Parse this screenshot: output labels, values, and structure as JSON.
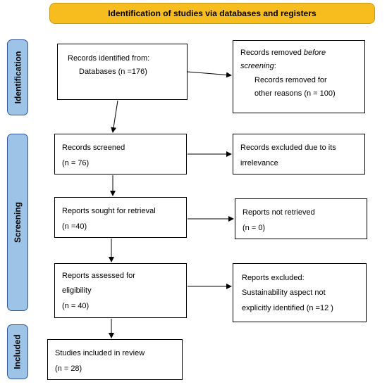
{
  "header": {
    "title": "Identification of studies via databases and registers"
  },
  "phases": {
    "identification": "Identification",
    "screening": "Screening",
    "included": "Included"
  },
  "boxes": {
    "records_identified": {
      "line1": "Records identified from:",
      "line2": "Databases (n =176)"
    },
    "records_removed": {
      "line1a": "Records  removed  ",
      "line1b": "before",
      "line2": "screening",
      "line2b": ":",
      "line3": "Records   removed   for",
      "line4": "other reasons (n = 100)"
    },
    "records_screened": {
      "line1": "Records screened",
      "line2": "(n = 76)"
    },
    "records_excluded": {
      "line1": "Records excluded due to its",
      "line2": "irrelevance"
    },
    "reports_sought": {
      "line1": "Reports sought for retrieval",
      "line2": "(n =40)"
    },
    "reports_not_retrieved": {
      "line1": "Reports not retrieved",
      "line2": "(n = 0)"
    },
    "reports_assessed": {
      "line1": "Reports assessed for",
      "line2": "eligibility",
      "line3": "(n = 40)"
    },
    "reports_excluded": {
      "line1": "Reports excluded:",
      "line2": "Sustainability aspect not",
      "line3": "explicitly identified (n =12 )"
    },
    "studies_included": {
      "line1": "Studies included in review",
      "line2": "(n = 28)"
    }
  }
}
